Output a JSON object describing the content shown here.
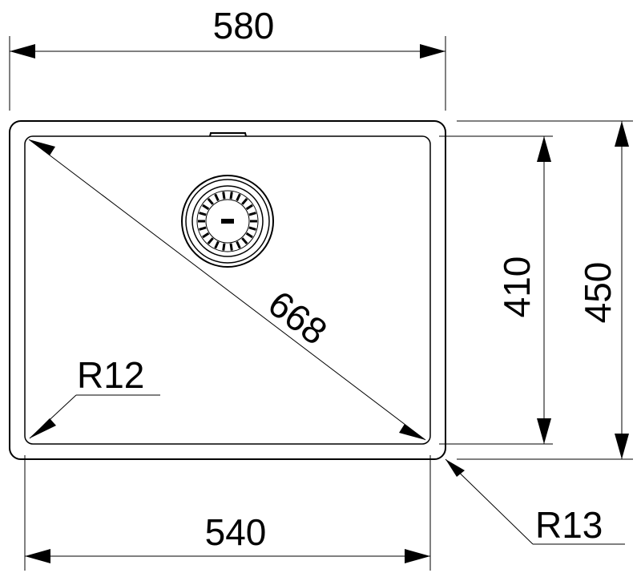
{
  "dimensions": {
    "overall_width": "580",
    "inner_width": "540",
    "inner_height": "410",
    "overall_height": "450",
    "diagonal": "668",
    "inner_radius": "R12",
    "outer_radius": "R13"
  },
  "colors": {
    "line": "#000000",
    "background": "#ffffff"
  }
}
